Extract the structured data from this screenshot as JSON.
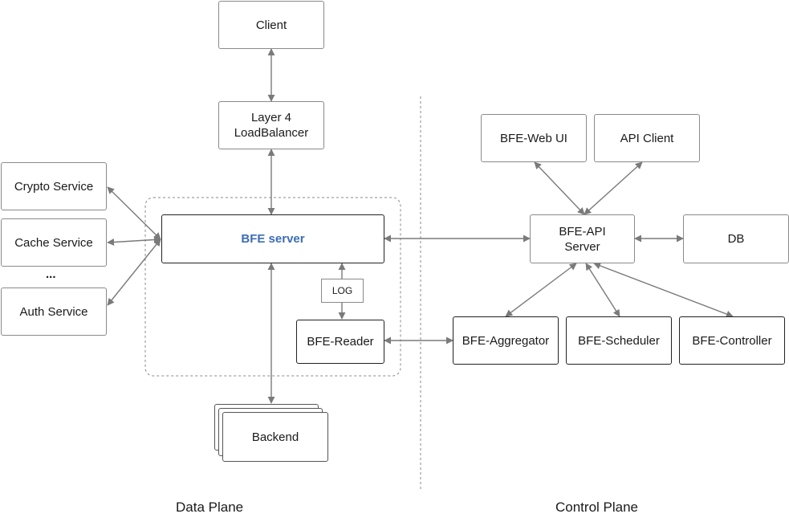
{
  "colors": {
    "highlight_text": "#3d6db5",
    "edge": "#7a7a7a",
    "thin_border": "#8a8a8a",
    "bold_border": "#222222"
  },
  "nodes": {
    "client": "Client",
    "l4_line1": "Layer 4",
    "l4_line2": "LoadBalancer",
    "crypto": "Crypto Service",
    "cache": "Cache Service",
    "ellipsis": "...",
    "auth": "Auth Service",
    "bfe_server": "BFE server",
    "log": "LOG",
    "reader": "BFE-Reader",
    "backend": "Backend",
    "web_ui": "BFE-Web UI",
    "api_client": "API Client",
    "api_server_line1": "BFE-API",
    "api_server_line2": "Server",
    "db": "DB",
    "aggregator": "BFE-Aggregator",
    "scheduler": "BFE-Scheduler",
    "controller": "BFE-Controller"
  },
  "labels": {
    "data_plane": "Data Plane",
    "control_plane": "Control Plane"
  }
}
